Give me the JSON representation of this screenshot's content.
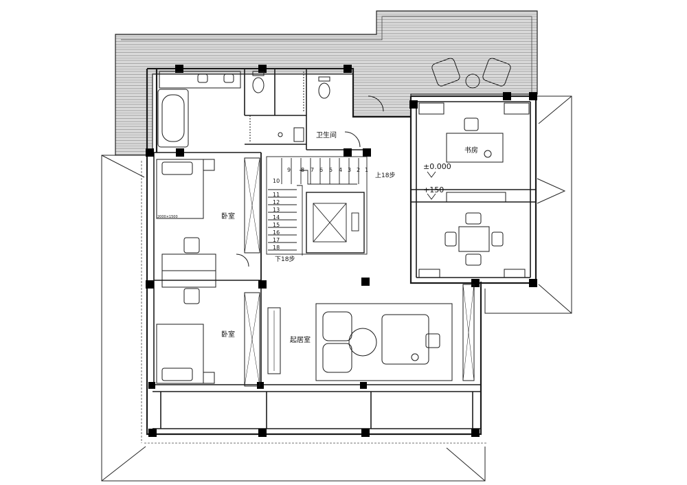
{
  "rooms": {
    "bathroom": "卫生间",
    "study": "书房",
    "bedroom_upper": "卧室",
    "bedroom_lower": "卧室",
    "living_room": "起居室"
  },
  "stairs": {
    "up_label": "上18步",
    "down_label": "下18步",
    "top_run_steps": [
      "9",
      "8",
      "7",
      "6",
      "5",
      "4",
      "3",
      "2",
      "1"
    ],
    "side_run_steps": [
      "10",
      "11",
      "12",
      "13",
      "14",
      "15",
      "16",
      "17",
      "18"
    ]
  },
  "levels": {
    "study_level": "±0.000",
    "dining_level": "+150"
  },
  "dimensions": {
    "bed_size": "2000×1500"
  },
  "colors": {
    "line": "#1a1a1a",
    "column": "#000000",
    "terrace_fill": "#9a9a9a",
    "background": "#ffffff"
  }
}
